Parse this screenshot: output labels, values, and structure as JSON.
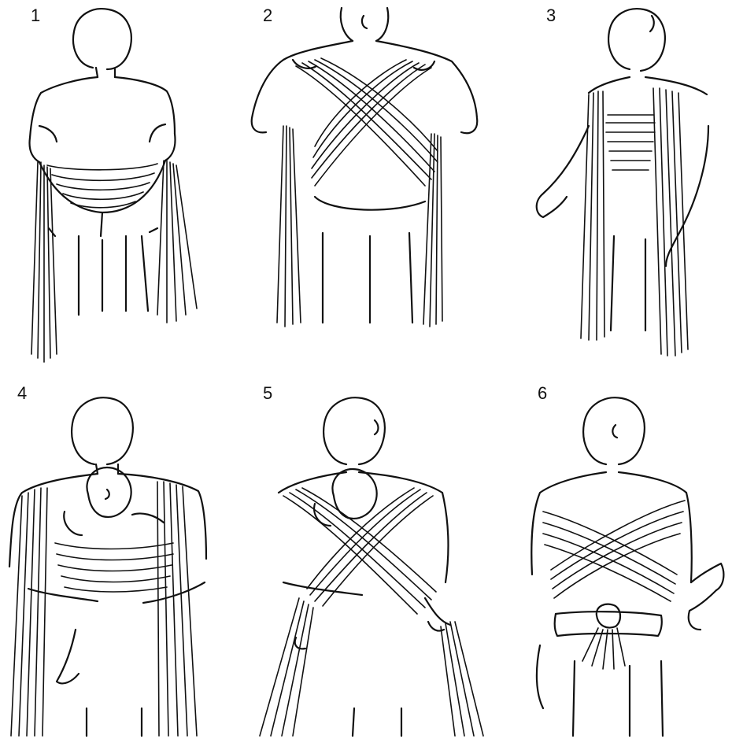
{
  "diagram": {
    "steps": [
      {
        "number": "1",
        "icon": "wrap-front-tie-step-icon"
      },
      {
        "number": "2",
        "icon": "wrap-crossed-shoulders-step-icon"
      },
      {
        "number": "3",
        "icon": "wrap-tails-down-step-icon"
      },
      {
        "number": "4",
        "icon": "wrap-baby-inserted-step-icon"
      },
      {
        "number": "5",
        "icon": "wrap-cross-over-baby-step-icon"
      },
      {
        "number": "6",
        "icon": "wrap-tied-back-step-icon"
      }
    ],
    "colors": {
      "ink": "#111111",
      "background": "#ffffff"
    }
  }
}
